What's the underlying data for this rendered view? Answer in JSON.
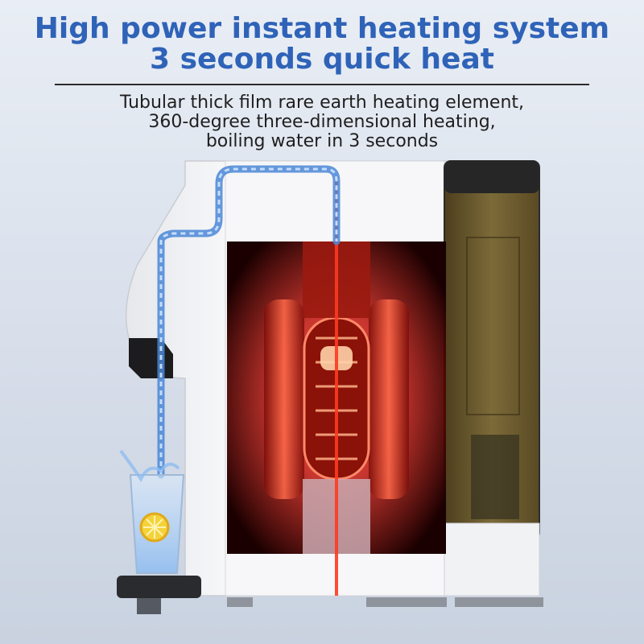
{
  "headline": {
    "line1": "High power instant heating system",
    "line2": "3 seconds quick heat"
  },
  "subtitle": {
    "line1": "Tubular thick film rare earth heating element,",
    "line2": "360-degree three-dimensional heating,",
    "line3": "boiling water in 3 seconds"
  },
  "colors": {
    "headline": "#2f63b8",
    "heat_glow": "#ff2a1a",
    "water_stream": "#4a86d6",
    "tank_tint": "#6b5a2e",
    "body_white": "#f4f5f7"
  },
  "icons": [
    "water-dispenser-image",
    "heating-element-image",
    "water-glass-image",
    "lemon-slice-image"
  ]
}
